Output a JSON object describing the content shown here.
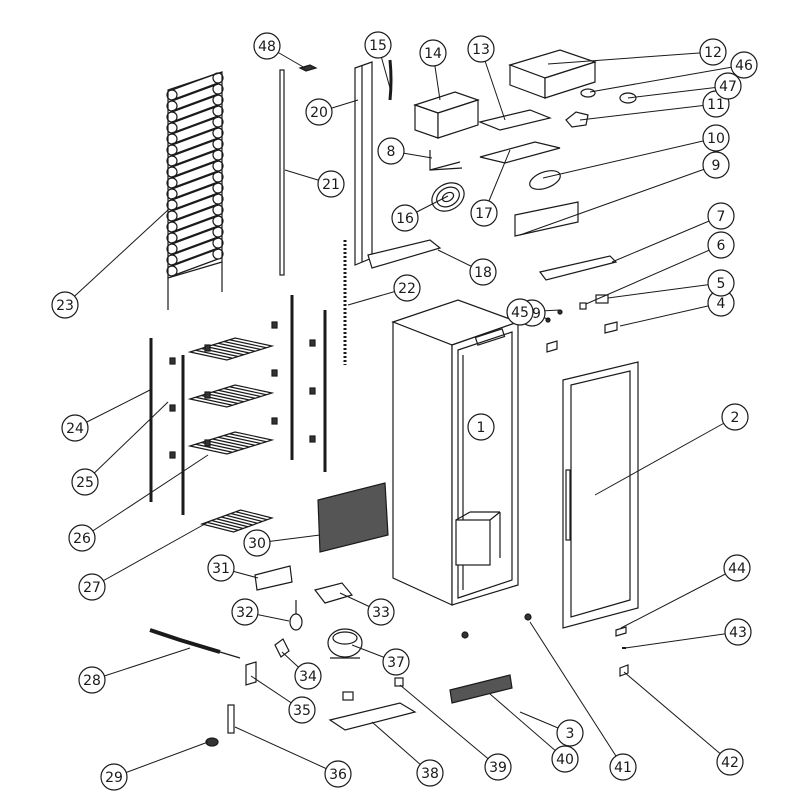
{
  "callouts": [
    "1",
    "2",
    "3",
    "4",
    "5",
    "6",
    "7",
    "8",
    "9",
    "10",
    "11",
    "12",
    "13",
    "14",
    "15",
    "16",
    "17",
    "18",
    "19",
    "20",
    "21",
    "22",
    "23",
    "24",
    "25",
    "26",
    "27",
    "28",
    "29",
    "30",
    "31",
    "32",
    "33",
    "34",
    "35",
    "36",
    "37",
    "38",
    "39",
    "40",
    "41",
    "42",
    "43",
    "44",
    "45",
    "46",
    "47",
    "48"
  ],
  "colors": {
    "line": "#1a1a1a",
    "fill_dark": "#333333",
    "fill_light": "#ffffff"
  }
}
